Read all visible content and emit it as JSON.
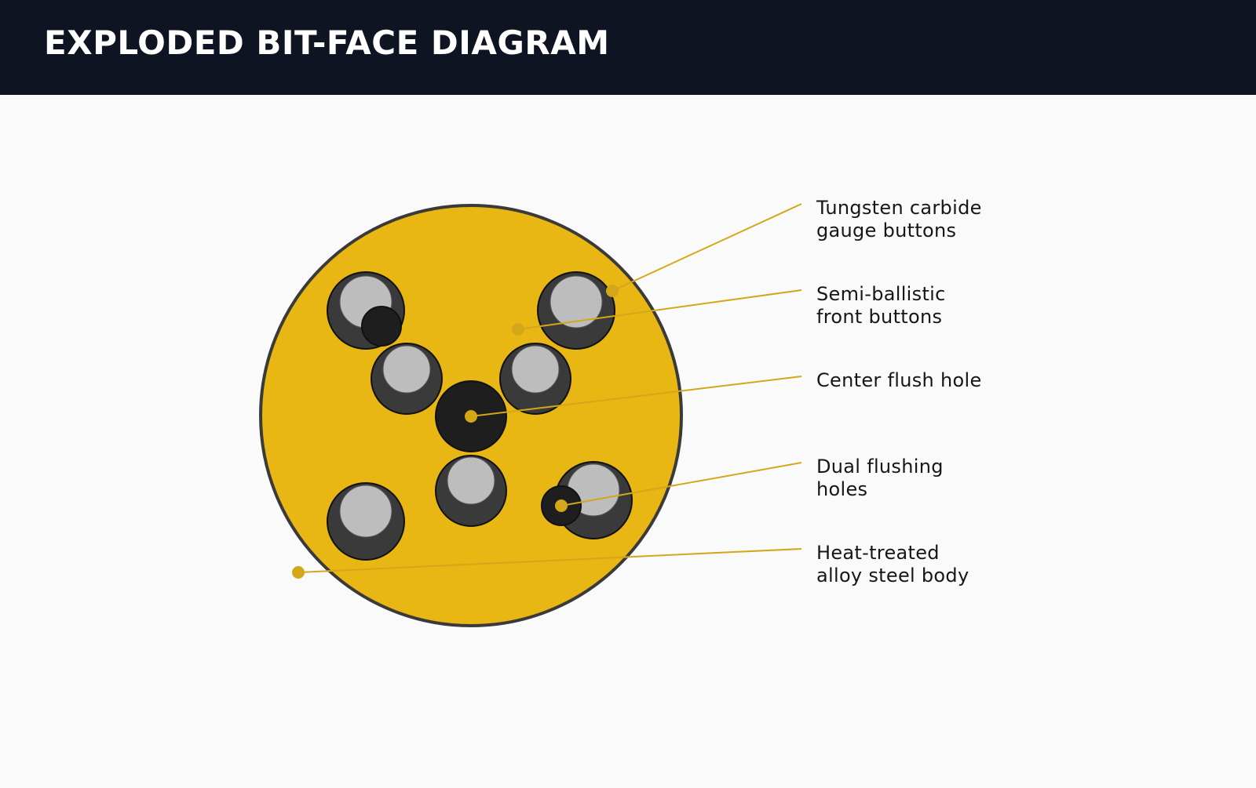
{
  "header": {
    "title": "EXPLODED BIT-FACE DIAGRAM"
  },
  "colors": {
    "header_bg": "#0e1421",
    "page_bg": "#fafafa",
    "bit_body": "#e8b714",
    "bit_outline": "#3a3a3a",
    "button_outer": "#3a3a3a",
    "button_top": "#bdbdbd",
    "hole": "#1e1e1e",
    "leader": "#d4a718"
  },
  "callouts": [
    {
      "id": "gauge-buttons",
      "lines": [
        "Tungsten carbide",
        "gauge buttons"
      ]
    },
    {
      "id": "front-buttons",
      "lines": [
        "Semi-ballistic",
        "front buttons"
      ]
    },
    {
      "id": "center-flush-hole",
      "lines": [
        "Center flush hole"
      ]
    },
    {
      "id": "dual-flushing-holes",
      "lines": [
        "Dual flushing",
        "holes"
      ]
    },
    {
      "id": "alloy-body",
      "lines": [
        "Heat-treated",
        "alloy steel body"
      ]
    }
  ]
}
